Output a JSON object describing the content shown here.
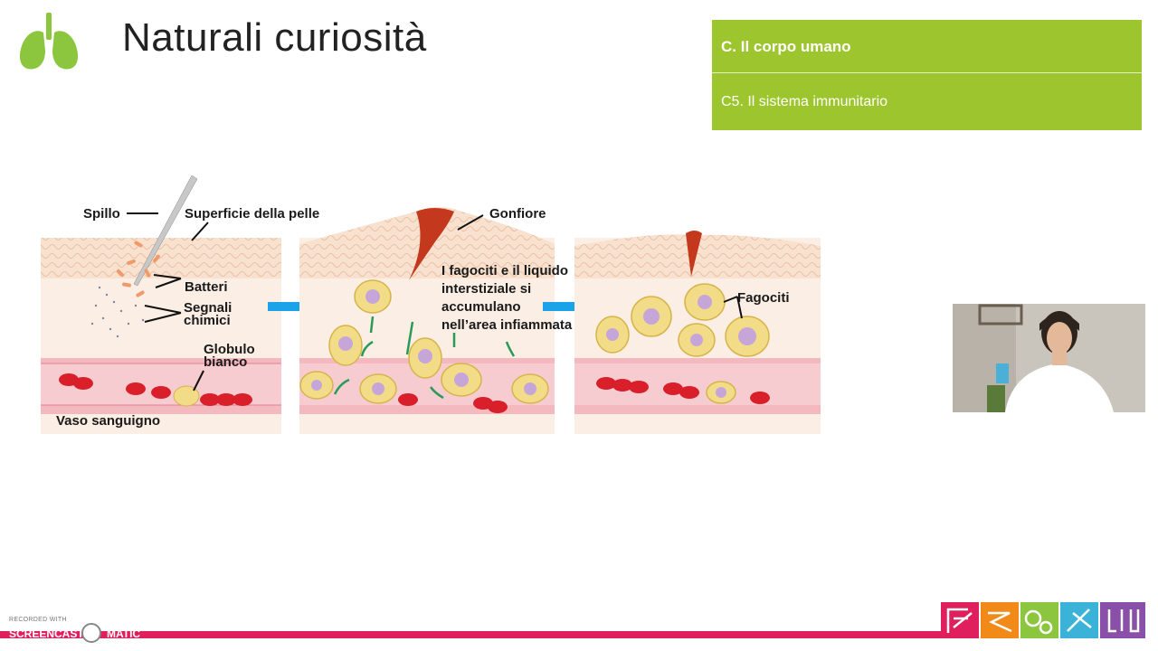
{
  "slide": {
    "title": "Naturali curiosità",
    "icon": "lungs-icon",
    "accent": "#9dc62e"
  },
  "chapter": {
    "title": "C. Il corpo umano",
    "subtitle": "C5. Il sistema immunitario"
  },
  "figure": {
    "labels": {
      "pin": "Spillo",
      "skin_surface": "Superficie della pelle",
      "bacteria": "Batteri",
      "chemical_signals": "Segnali\nchimici",
      "white_cell": "Globulo\nbianco",
      "blood_vessel": "Vaso sanguigno",
      "swelling": "Gonfiore",
      "accumulate": "I fagociti e il liquido\ninterstiziale si\naccumulano\nnell’area infiammata",
      "phagocytes": "Fagociti"
    }
  },
  "watermark": {
    "recorded": "RECORDED WITH",
    "brand_left": "SCREENCAST",
    "brand_right": "MATIC"
  },
  "colors": {
    "bottom_bar": "#e0205c",
    "arrow": "#1aa3e8",
    "skin": "#f6d9c4",
    "blood": "#d81f2a"
  }
}
